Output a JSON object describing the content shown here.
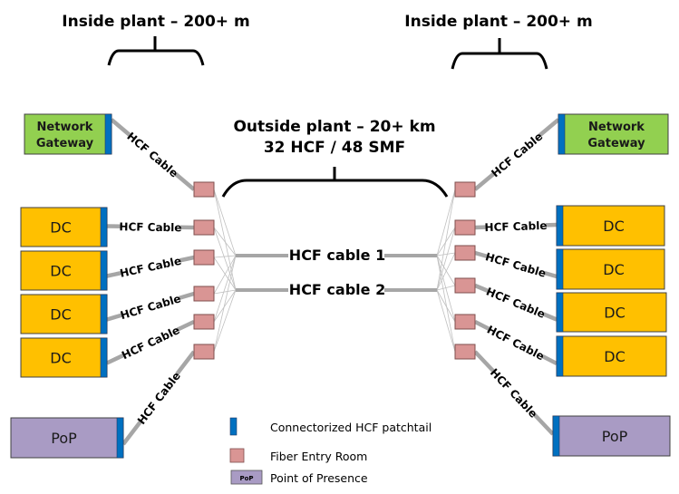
{
  "colors": {
    "gateway": "#92d050",
    "dc": "#ffc000",
    "pop": "#a99bc4",
    "patchtail": "#0070c0",
    "fer": "#d99594",
    "cable": "#a6a6a6",
    "thin": "#c0c0c0",
    "text": "#000000"
  },
  "labels": {
    "inside_left": "Inside  plant – 200+ m",
    "inside_right": "Inside  plant – 200+ m",
    "outside_line1": "Outside plant – 20+ km",
    "outside_line2": "32 HCF / 48 SMF",
    "trunk1": "HCF cable 1",
    "trunk2": "HCF cable 2",
    "cable": "HCF Cable"
  },
  "left_nodes": [
    {
      "type": "gateway",
      "line1": "Network",
      "line2": "Gateway"
    },
    {
      "type": "dc",
      "line1": "DC"
    },
    {
      "type": "dc",
      "line1": "DC"
    },
    {
      "type": "dc",
      "line1": "DC"
    },
    {
      "type": "dc",
      "line1": "DC"
    },
    {
      "type": "pop",
      "line1": "PoP"
    }
  ],
  "right_nodes": [
    {
      "type": "gateway",
      "line1": "Network",
      "line2": "Gateway"
    },
    {
      "type": "dc",
      "line1": "DC"
    },
    {
      "type": "dc",
      "line1": "DC"
    },
    {
      "type": "dc",
      "line1": "DC"
    },
    {
      "type": "dc",
      "line1": "DC"
    },
    {
      "type": "pop",
      "line1": "PoP"
    }
  ],
  "legend": [
    {
      "icon": "patchtail-icon",
      "label": "Connectorized HCF patchtail"
    },
    {
      "icon": "fiber-entry-room-icon",
      "label": "Fiber Entry Room"
    },
    {
      "icon": "pop-icon",
      "icon_text": "PoP",
      "label": "Point of Presence"
    }
  ]
}
